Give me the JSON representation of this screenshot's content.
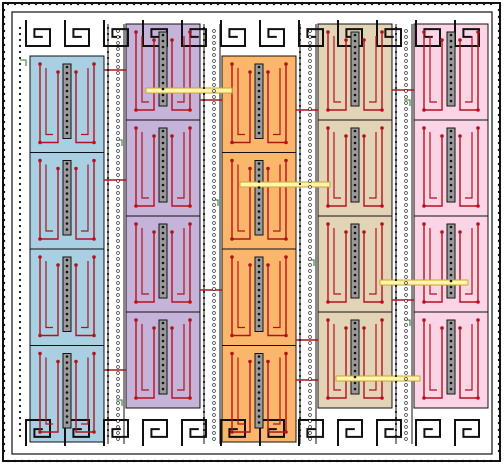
{
  "diagram": {
    "palette": {
      "background": "#ffffff",
      "wall": "#111111",
      "red_wire": "#b3121c",
      "green_wire": "#2e7d32",
      "node": "#111111",
      "core_fill": "#9a9a9a",
      "highlight": "#fff6a8",
      "highlight_edge": "#c8a63a"
    },
    "columns": [
      {
        "id": "col-1",
        "color": "#a9cfe2",
        "blocks": 4
      },
      {
        "id": "col-2",
        "color": "#c6b3d9",
        "blocks": 4
      },
      {
        "id": "col-3",
        "color": "#fab66b",
        "blocks": 4
      },
      {
        "id": "col-4",
        "color": "#e3d3b7",
        "blocks": 4
      },
      {
        "id": "col-5",
        "color": "#fbd4e6",
        "blocks": 4
      }
    ],
    "top_meander_count": 12,
    "bottom_meander_count": 12,
    "connectors": [
      {
        "id": "link-a"
      },
      {
        "id": "link-b"
      },
      {
        "id": "link-c"
      },
      {
        "id": "link-d"
      }
    ]
  }
}
